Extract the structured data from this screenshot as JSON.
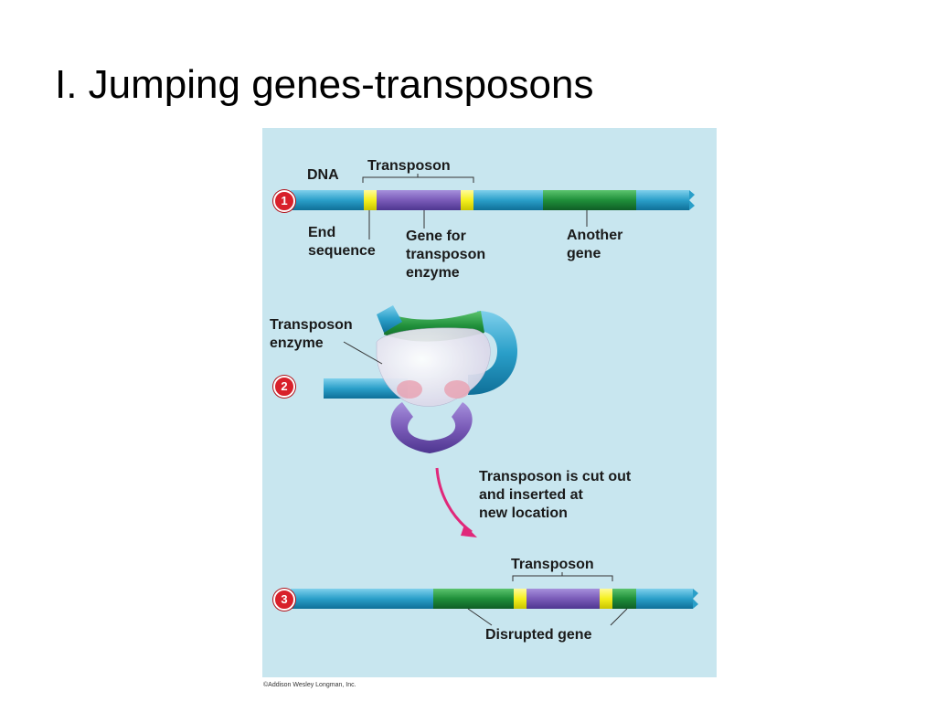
{
  "slide": {
    "title": "I.  Jumping genes-transposons"
  },
  "figure": {
    "steps": [
      "1",
      "2",
      "3"
    ],
    "labels": {
      "dna": "DNA",
      "transposon_top": "Transposon",
      "end_sequence": "End\nsequence",
      "gene_for_enzyme": "Gene for\ntransposon\nenzyme",
      "another_gene": "Another\ngene",
      "transposon_enzyme": "Transposon\nenzyme",
      "cut_out_note": "Transposon is cut out\nand inserted at\nnew location",
      "transposon_bottom": "Transposon",
      "disrupted_gene": "Disrupted gene"
    },
    "copyright": "©Addison Wesley Longman, Inc."
  },
  "colors": {
    "background_panel": "#c8e6ef",
    "dna_strand": "#2a9fc9",
    "end_sequence": "#f5f01e",
    "transposon_gene": "#7a5bb8",
    "another_gene": "#1f8f3a",
    "step_badge": "#d8202a",
    "arrow": "#e0287a"
  }
}
